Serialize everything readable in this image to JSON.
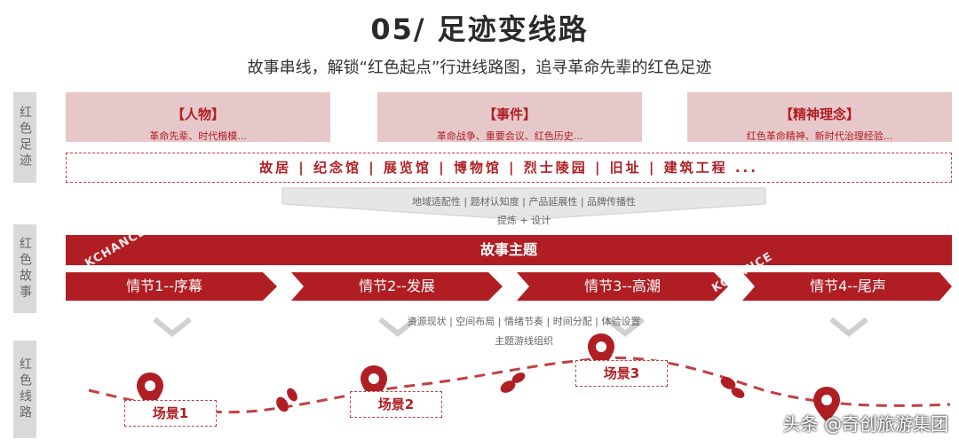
{
  "header": {
    "title": "05/ 足迹变线路",
    "subtitle": "故事串线，解锁“红色起点”行进线路图，追寻革命先辈的红色足迹"
  },
  "sidebar": {
    "labels": [
      "红色足迹",
      "红色故事",
      "红色线路"
    ]
  },
  "categories": [
    {
      "heading": "【人物】",
      "desc": "革命先辈、时代楷模..."
    },
    {
      "heading": "【事件】",
      "desc": "革命战争、重要会议、红色历史..."
    },
    {
      "heading": "【精神理念】",
      "desc": "红色革命精神、新时代治理经验..."
    }
  ],
  "places_line": "故居 | 纪念馆 | 展览馆 | 博物馆 | 烈士陵园 | 旧址 | 建筑工程 ...",
  "funnel1": {
    "criteria": "地域适配性 | 题材认知度 | 产品延展性 | 品牌传播性",
    "action": "提炼 + 设计"
  },
  "theme_bar": "故事主题",
  "episodes": [
    "情节1--序幕",
    "情节2--发展",
    "情节3--高潮",
    "情节4--尾声"
  ],
  "funnel2": {
    "criteria": "资源现状 | 空间布局 | 情绪节奏 | 时间分配 | 体验设置",
    "action": "主题游线组织"
  },
  "scenes": [
    "场景1",
    "场景2",
    "场景3"
  ],
  "watermark": "KCHANCE",
  "credit": "头条 @奇创旅游集团",
  "colors": {
    "brand_red": "#b01e23",
    "pale_pink": "#e7c8ca",
    "sidebar_gray": "#d9d9d9"
  }
}
